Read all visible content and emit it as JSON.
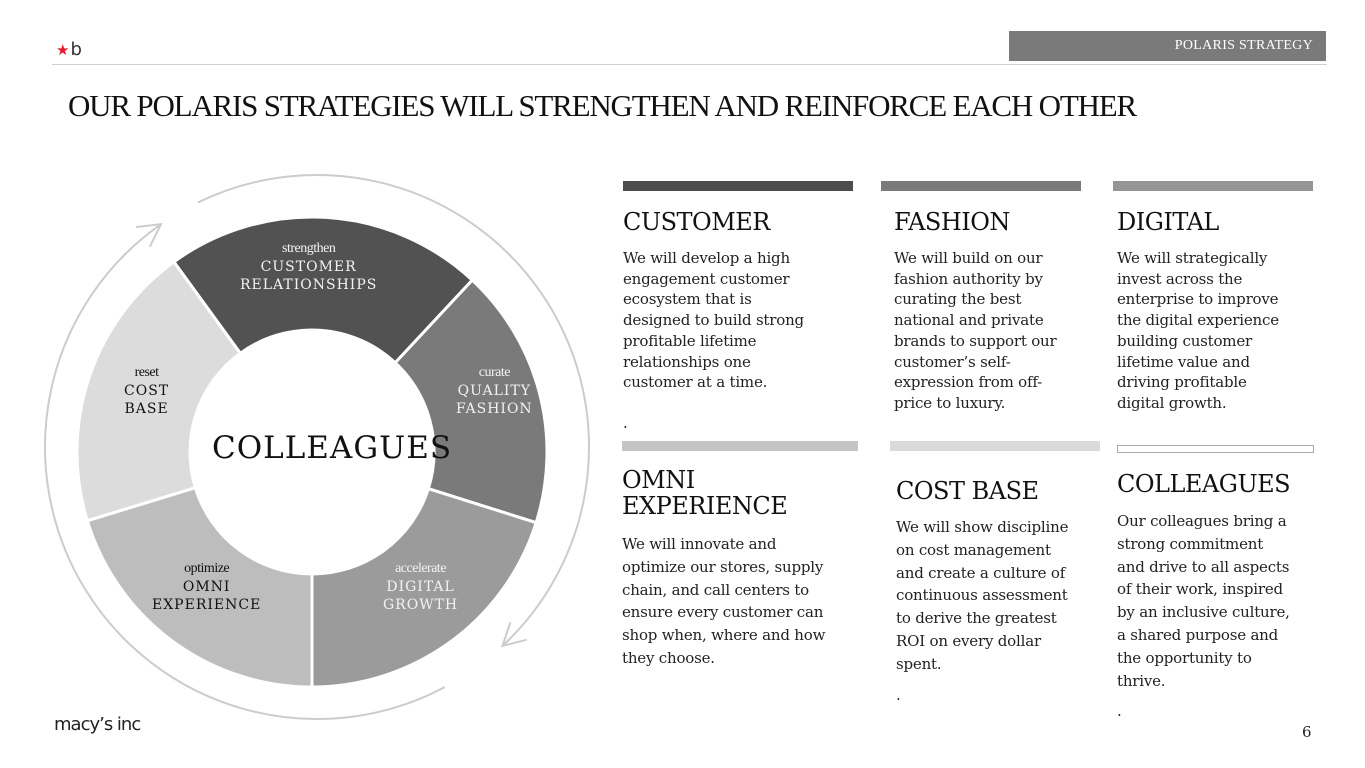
{
  "header": {
    "logo_text": "b",
    "section_tab": "POLARIS  STRATEGY",
    "title": "OUR POLARIS STRATEGIES WILL STRENGTHEN AND REINFORCE EACH OTHER",
    "accent_color": "#e21a2c"
  },
  "wheel": {
    "center": "COLLEAGUES",
    "segments": [
      {
        "verb": "strengthen",
        "line1": "CUSTOMER",
        "line2": "RELATIONSHIPS",
        "color": "#525252"
      },
      {
        "verb": "curate",
        "line1": "QUALITY",
        "line2": "FASHION",
        "color": "#7a7a7a"
      },
      {
        "verb": "accelerate",
        "line1": "DIGITAL",
        "line2": "GROWTH",
        "color": "#9b9b9b"
      },
      {
        "verb": "optimize",
        "line1": "OMNI",
        "line2": "EXPERIENCE",
        "color": "#bdbdbd"
      },
      {
        "verb": "reset",
        "line1": "COST",
        "line2": "BASE",
        "color": "#dcdcdc"
      }
    ]
  },
  "pillars": [
    {
      "heading": "CUSTOMER",
      "body": "We will develop a high\nengagement customer\necosystem that is\ndesigned to build strong\nprofitable lifetime\nrelationships one\ncustomer at a time.",
      "trailing": ".",
      "bar_color": "#4d4d4d"
    },
    {
      "heading": "FASHION",
      "body": "We will build on our\nfashion authority by\ncurating the best\nnational and private\nbrands to support our\ncustomer’s self-\nexpression from off-\nprice to luxury.",
      "trailing": "",
      "bar_color": "#7a7a7a"
    },
    {
      "heading": "DIGITAL",
      "body": "We will strategically\ninvest across the\nenterprise to improve\nthe digital experience\nbuilding customer\nlifetime value and\ndriving profitable\ndigital growth.",
      "trailing": "",
      "bar_color": "#959595"
    },
    {
      "heading": "OMNI\nEXPERIENCE",
      "body": "We will innovate and\noptimize our stores, supply\nchain, and call centers to\nensure every customer can\nshop when, where and how\nthey choose.",
      "trailing": "",
      "bar_color": "#c4c4c4"
    },
    {
      "heading": "COST BASE",
      "body": "We will show discipline\non cost management\nand create a culture of\ncontinuous assessment\nto derive the greatest\nROI on every dollar\nspent.",
      "trailing": ".",
      "bar_color": "#dadada"
    },
    {
      "heading": "COLLEAGUES",
      "body": "Our colleagues bring a\nstrong commitment\nand drive to all aspects\nof their work, inspired\nby an inclusive culture,\na shared purpose and\nthe opportunity to\nthrive.",
      "trailing": ".",
      "bar_color": "#ffffff"
    }
  ],
  "footer": {
    "logo": "macy’s inc",
    "page_number": "6"
  }
}
